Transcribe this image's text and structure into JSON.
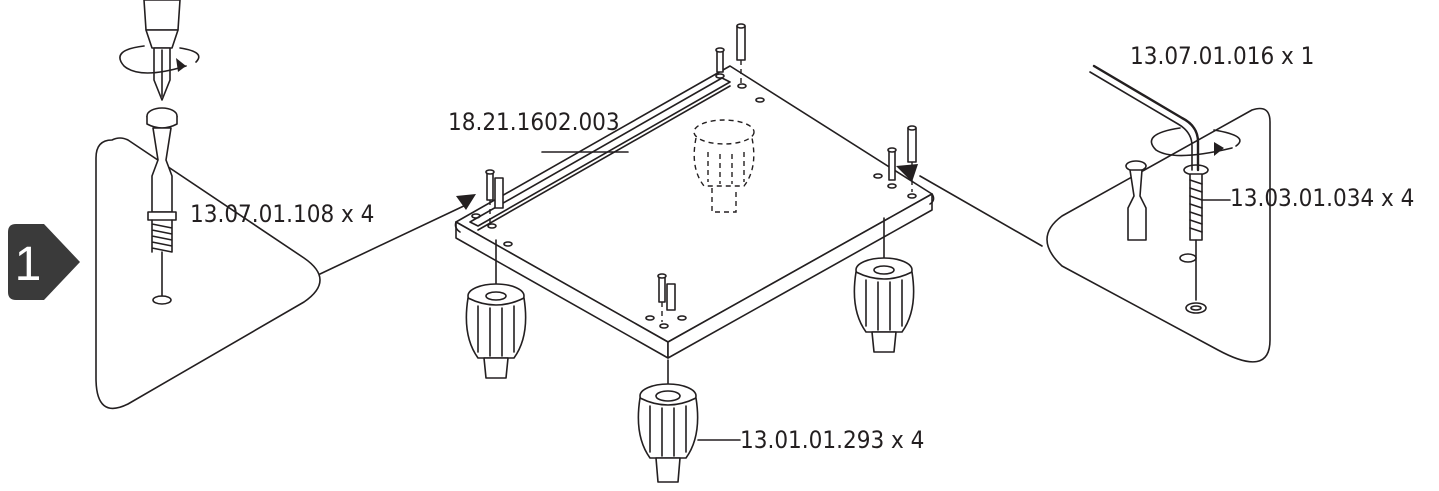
{
  "step": {
    "number": "1",
    "badge_color": "#3a3a3a"
  },
  "colors": {
    "line": "#231f20",
    "background": "#ffffff"
  },
  "labels": {
    "frame": "18.21.1602.003",
    "pin": "13.07.01.108 x 4",
    "allen_key": "13.07.01.016 x 1",
    "bolt": "13.03.01.034 x 4",
    "foot": "13.01.01.293 x 4"
  },
  "icons": [
    "screwdriver-icon",
    "rotate-arrow-icon",
    "allen-key-icon"
  ]
}
